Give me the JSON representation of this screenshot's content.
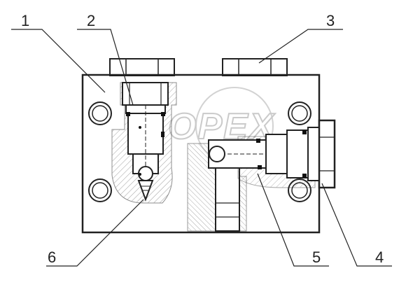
{
  "drawing": {
    "callouts": [
      {
        "id": "1",
        "text": "1"
      },
      {
        "id": "2",
        "text": "2"
      },
      {
        "id": "3",
        "text": "3"
      },
      {
        "id": "4",
        "text": "4"
      },
      {
        "id": "5",
        "text": "5"
      },
      {
        "id": "6",
        "text": "6"
      }
    ],
    "watermark": "OPEX"
  }
}
